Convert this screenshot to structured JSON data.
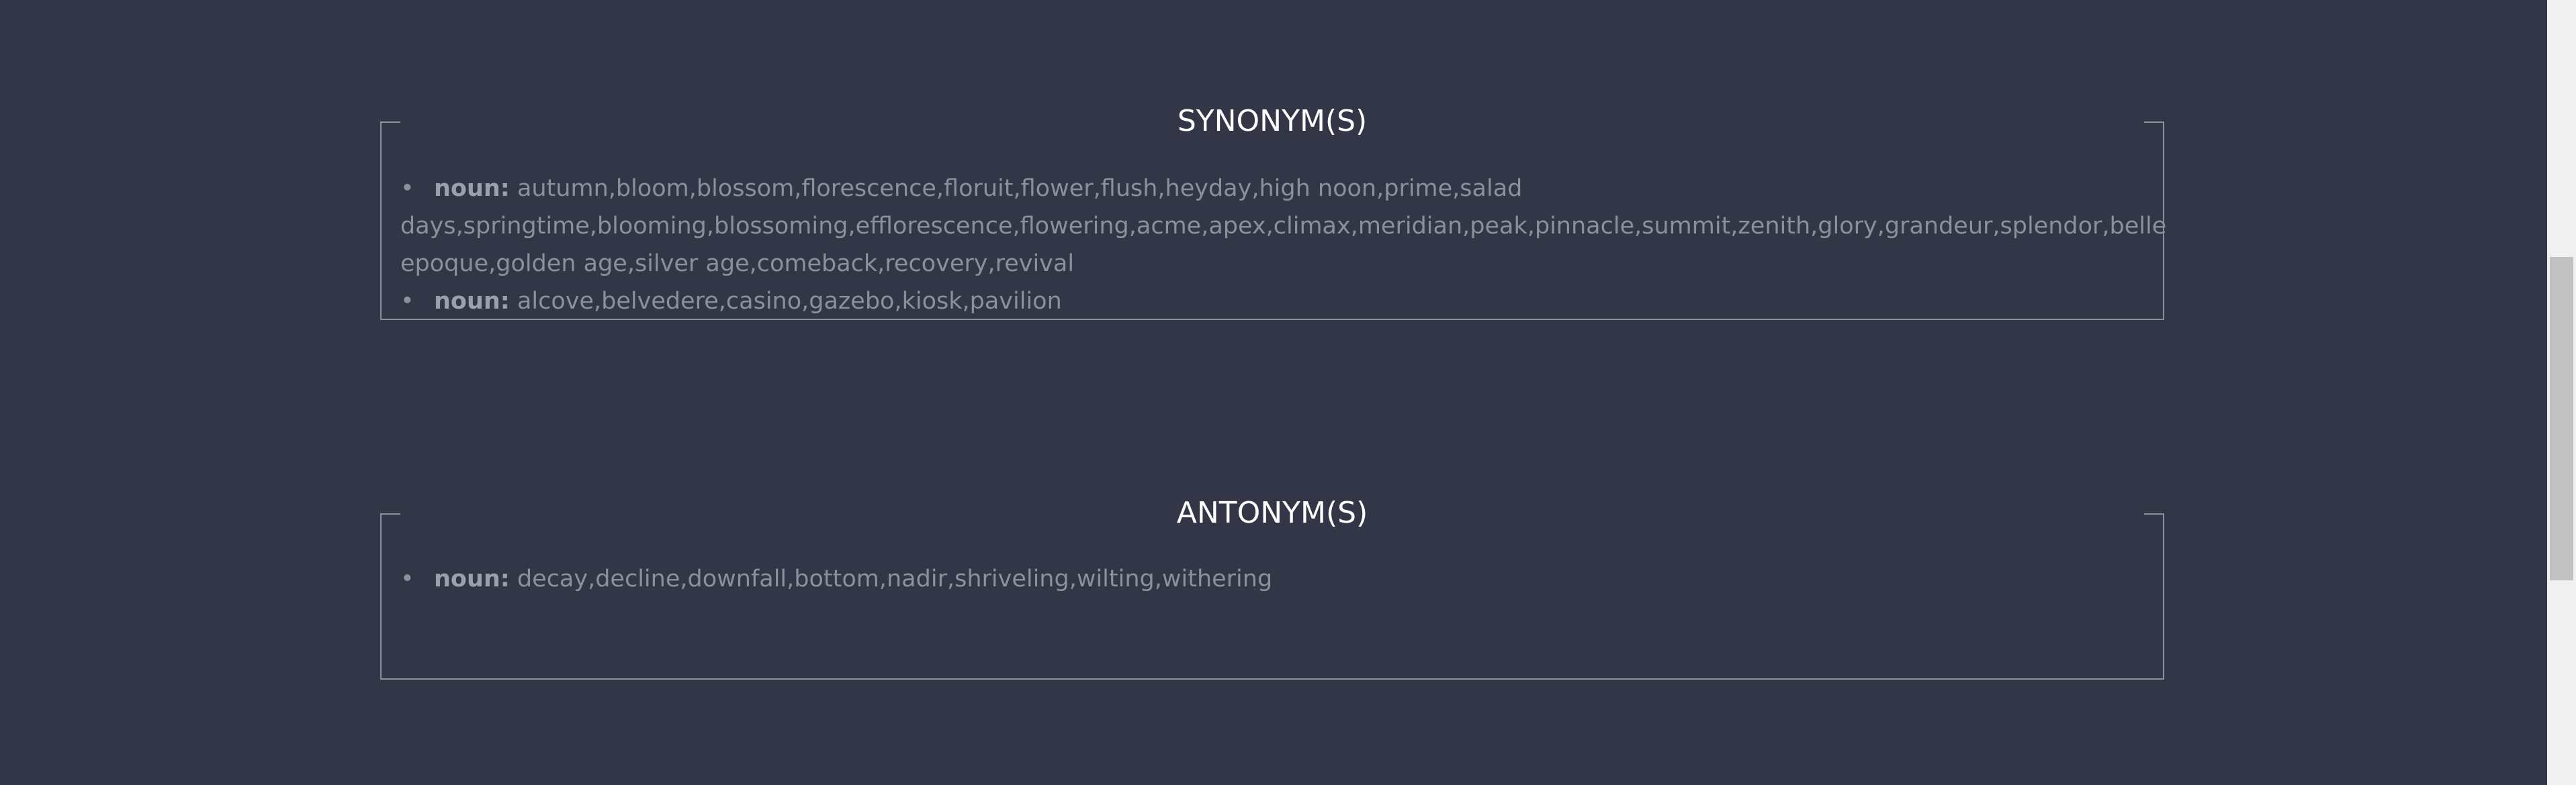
{
  "synonyms": {
    "title": "SYNONYM(S)",
    "entries": [
      {
        "pos": "noun:",
        "words": "autumn,bloom,blossom,florescence,floruit,flower,flush,heyday,high noon,prime,salad days,springtime,blooming,blossoming,efflorescence,flowering,acme,apex,climax,meridian,peak,pinnacle,summit,zenith,glory,grandeur,splendor,belle epoque,golden age,silver age,comeback,recovery,revival"
      },
      {
        "pos": "noun:",
        "words": "alcove,belvedere,casino,gazebo,kiosk,pavilion"
      }
    ]
  },
  "antonyms": {
    "title": "ANTONYM(S)",
    "entries": [
      {
        "pos": "noun:",
        "words": "decay,decline,downfall,bottom,nadir,shriveling,wilting,withering"
      }
    ]
  },
  "icons": {
    "bullet": "•"
  },
  "colors": {
    "background": "#323646",
    "frame": "#8a909c",
    "title": "#ffffff",
    "text": "#8b909a",
    "scrollbar_track": "#f0f0f0",
    "scrollbar_thumb": "#c1c1c1"
  }
}
